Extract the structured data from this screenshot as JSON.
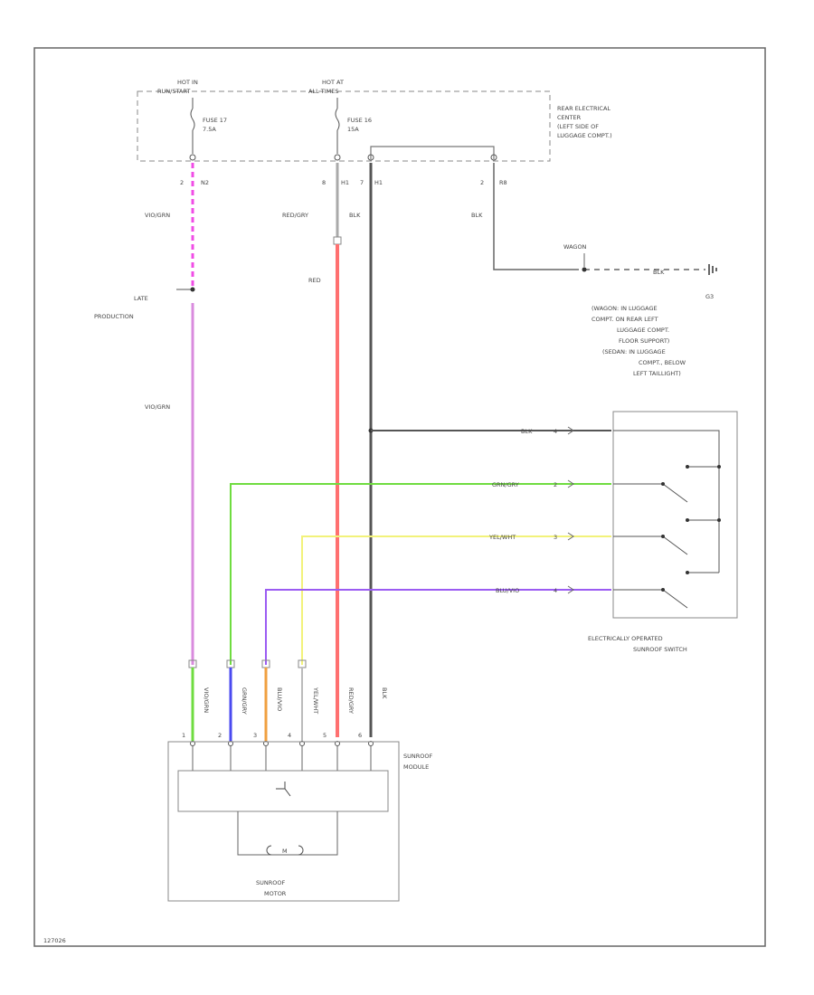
{
  "power": {
    "hot1_line1": "HOT IN",
    "hot1_line2": "RUN/START",
    "hot2_line1": "HOT AT",
    "hot2_line2": "ALL TIMES",
    "fuse1_line1": "FUSE 17",
    "fuse1_line2": "7.5A",
    "fuse2_line1": "FUSE 16",
    "fuse2_line2": "15A"
  },
  "rec": {
    "line1": "REAR ELECTRICAL",
    "line2": "CENTER",
    "line3": "(LEFT SIDE OF",
    "line4": "LUGGAGE COMPT.)"
  },
  "connectors": {
    "c1_pin": "2",
    "c1_id": "N2",
    "c2_pin": "8",
    "c2_id": "H1",
    "c3_pin": "7",
    "c3_id": "H1",
    "c4_pin": "2",
    "c4_id": "R8"
  },
  "wires": {
    "violet_green_top": "VIO/GRN",
    "red_gray": "RED/GRY",
    "blk_top": "BLK",
    "blk_ground": "BLK",
    "red": "RED",
    "violet_green_mid": "VIO/GRN",
    "late_production_1": "LATE",
    "late_production_2": "PRODUCTION"
  },
  "ground": {
    "wagon": "WAGON",
    "ground_wire": "BLK",
    "g_id": "G3",
    "desc1": "(WAGON: IN LUGGAGE",
    "desc2": "COMPT. ON REAR LEFT",
    "desc3": "LUGGAGE COMPT.",
    "desc4": "FLOOR SUPPORT)",
    "desc5": "(SEDAN: IN LUGGAGE",
    "desc6": "COMPT., BELOW",
    "desc7": "LEFT TAILLIGHT)"
  },
  "switch": {
    "wire1": "BLK",
    "pin1": "4",
    "wire2": "GRN/GRY",
    "pin2": "2",
    "wire3": "YEL/WHT",
    "pin3": "3",
    "wire4": "BLU/VIO",
    "pin4": "4",
    "label1": "ELECTRICALLY OPERATED",
    "label2": "SUNROOF SWITCH"
  },
  "module": {
    "label1": "SUNROOF",
    "label2": "MODULE",
    "motor1": "SUNROOF",
    "motor2": "MOTOR",
    "pins": [
      "1",
      "2",
      "3",
      "4",
      "5",
      "6"
    ],
    "wire_labels": [
      "VIO/GRN",
      "GRN/GRY",
      "BLU/VIO",
      "YEL/WHT",
      "RED/GRY",
      "BLK"
    ]
  },
  "footer": {
    "ref": "127026"
  },
  "colors": {
    "violet": "#d98bde",
    "magenta_dash": "#f04de6",
    "red": "#ff7070",
    "green": "#6fdc40",
    "yellow": "#f2f27a",
    "purple": "#9b5cf2",
    "black_wire": "#555555",
    "blue": "#4a4af0",
    "orange": "#f0a040"
  }
}
